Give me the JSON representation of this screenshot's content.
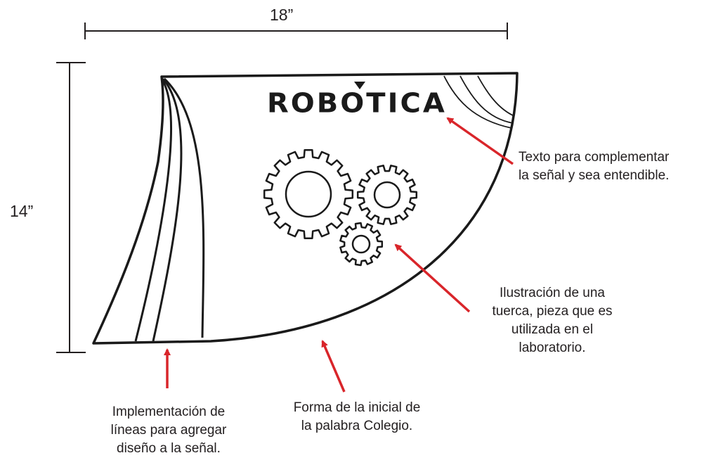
{
  "dimensions": {
    "width_label": "18”",
    "height_label": "14”"
  },
  "sign": {
    "title": "ROBOTICA"
  },
  "annotations": {
    "text_note": [
      "Texto para complementar",
      "la señal y sea entendible."
    ],
    "gear_note": [
      "Ilustración de una",
      "tuerca, pieza que es",
      "utilizada en el",
      "laboratorio."
    ],
    "shape_note": [
      "Forma de la inicial de",
      "la palabra Colegio."
    ],
    "lines_note": [
      "Implementación de",
      "líneas para agregar",
      "diseño a la señal."
    ]
  },
  "colors": {
    "arrow": "#d9252a",
    "ink": "#1a1a1a",
    "text": "#231f20"
  }
}
